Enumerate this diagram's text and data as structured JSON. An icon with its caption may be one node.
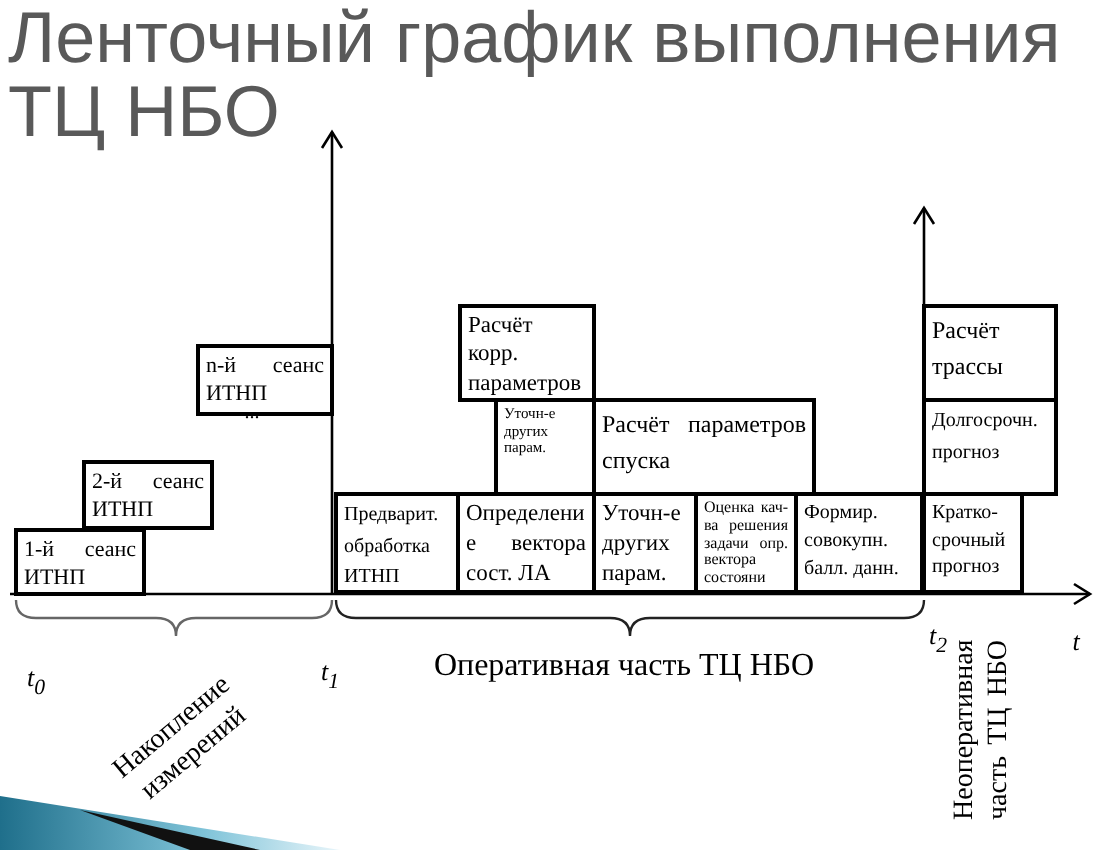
{
  "diagram": {
    "title": "Ленточный график выполнения ТЦ НБО",
    "nodes": [
      {
        "text": [
          "1-й сеанс ИТНП"
        ]
      },
      {
        "text": [
          "2-й сеанс ИТНП"
        ]
      },
      {
        "text": [
          "n-й сеанс ИТНП"
        ]
      },
      {
        "text": [
          "Расчёт корр. параметров"
        ]
      },
      {
        "text": [
          "Уточн-е других парам."
        ]
      },
      {
        "text": [
          "Предварит. обработка ИТНП"
        ]
      },
      {
        "text": [
          "Определение вектора сост. ЛА"
        ]
      },
      {
        "text": [
          "Расчёт параметров спуска"
        ]
      },
      {
        "text": [
          "Уточн-е других парам."
        ]
      },
      {
        "text": [
          "Оценка кач-ва решения задачи опр. вектора состояни"
        ]
      },
      {
        "text": [
          "Формир. совокупн. балл. данн."
        ]
      },
      {
        "text": [
          "Расчёт трассы"
        ]
      },
      {
        "text": [
          "Долгосрочн. прогноз"
        ]
      },
      {
        "text": [
          "Кратко-срочный прогноз"
        ]
      }
    ],
    "labels": [
      "...",
      "t$_{0}$",
      "t$_{1}$",
      "t$_{2}$",
      "t",
      "Накопление измерений",
      "Оперативная часть ТЦ НБО",
      "Неоперативная часть ТЦ НБО"
    ]
  }
}
